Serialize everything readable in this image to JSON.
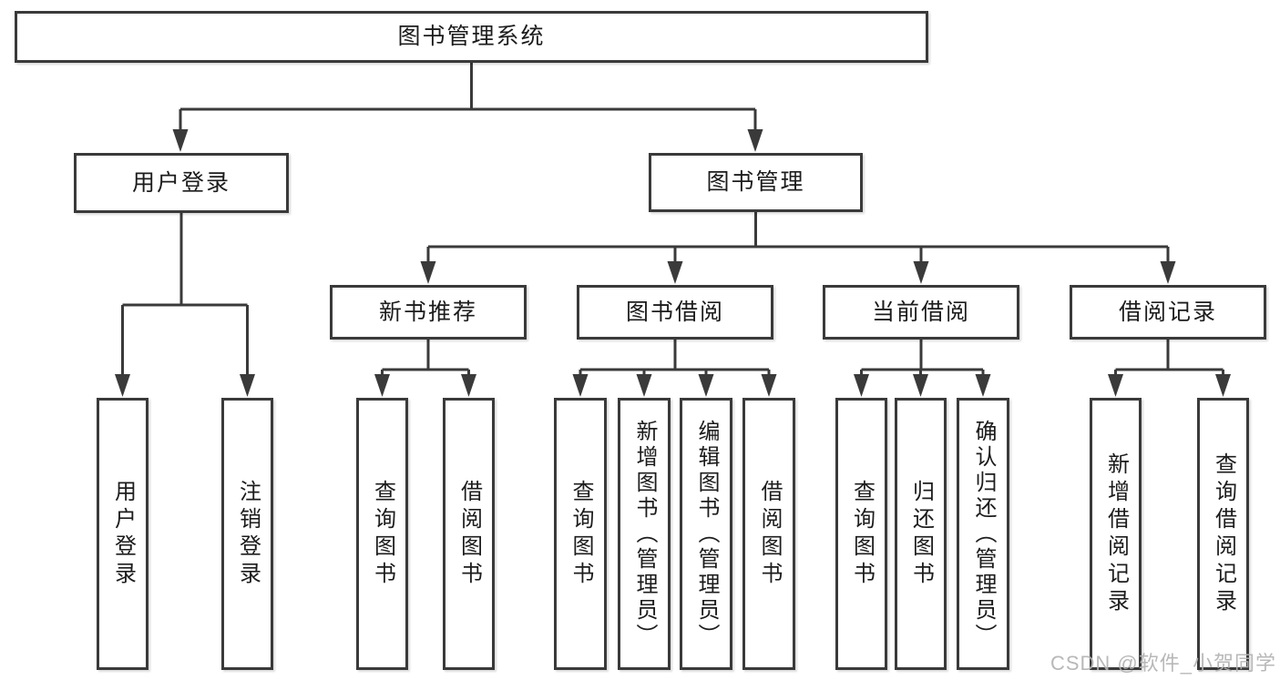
{
  "diagram": {
    "root": {
      "label": "图书管理系统"
    },
    "level2": [
      {
        "label": "用户登录"
      },
      {
        "label": "图书管理"
      }
    ],
    "level3": [
      {
        "label": "新书推荐"
      },
      {
        "label": "图书借阅"
      },
      {
        "label": "当前借阅"
      },
      {
        "label": "借阅记录"
      }
    ],
    "leaves": {
      "user_login": [
        "用户登录",
        "注销登录"
      ],
      "new_book": [
        "查询图书",
        "借阅图书"
      ],
      "book_borrow": [
        "查询图书",
        "新增图书（管理员）",
        "编辑图书（管理员）",
        "借阅图书"
      ],
      "current_borrow": [
        "查询图书",
        "归还图书",
        "确认归还（管理员）"
      ],
      "borrow_record": [
        "新增借阅记录",
        "查询借阅记录"
      ]
    }
  },
  "watermark": "CSDN @软件_小贺同学",
  "colors": {
    "line": "#3a3a3a",
    "box_border": "#3a3a3a",
    "box_background": "#ffffff",
    "text": "#1c1c1c",
    "watermark": "#b2b2b2"
  }
}
